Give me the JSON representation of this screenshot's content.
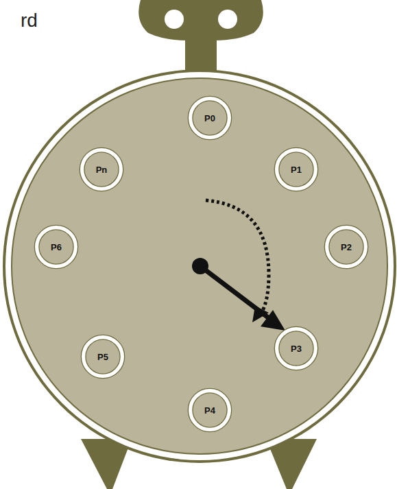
{
  "diagram": {
    "nodes": [
      {
        "text": [
          "P0"
        ]
      },
      {
        "text": [
          "P1"
        ]
      },
      {
        "text": [
          "P2"
        ]
      },
      {
        "text": [
          "P3"
        ]
      },
      {
        "text": [
          "P4"
        ]
      },
      {
        "text": [
          "P5"
        ]
      },
      {
        "text": [
          "P6"
        ]
      },
      {
        "text": [
          "Pn"
        ]
      }
    ],
    "labels": [
      "rd"
    ]
  }
}
